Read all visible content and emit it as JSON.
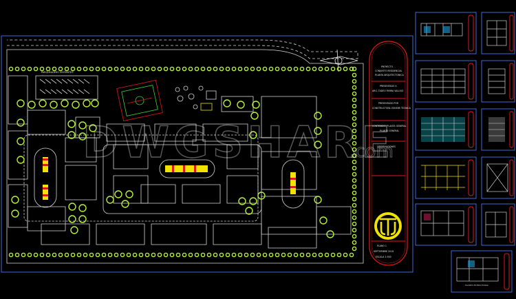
{
  "watermark": {
    "brand": "DWGSHARE",
    "suffix": ".com"
  },
  "plan_labels": {
    "parking": "PARQUEADERO VISITANTES"
  },
  "title_block": {
    "block1": [
      "PROYECTO",
      "CONJUNTO RESIDENCIAL",
      "PLANTA ARQUITECTONICA"
    ],
    "block2": [
      "PRESENTADO A",
      "ARQ. TADEO PARRA VALLEJO"
    ],
    "block3": [
      "PRESENTADO POR",
      "CONSTRUCTORA OSHARE TECNICA"
    ],
    "block4": [
      "CONTENIDO: PLANTA GENERAL",
      "PLANTA GENERAL"
    ],
    "block5": [
      "OBSERVACIONES"
    ],
    "footer": [
      "PLANO 1",
      "SEPTIEMBRE 2019",
      "ESCALA 1:500"
    ],
    "logo_letters": "UT"
  },
  "sheets": [
    "sheet-plan-a",
    "sheet-plan-b",
    "sheet-elev-a",
    "sheet-elev-b",
    "sheet-elev-c",
    "sheet-elev-d",
    "sheet-section",
    "sheet-roof",
    "sheet-plan-c",
    "sheet-plan-d",
    "sheet-plan-e"
  ],
  "sheet_caption": "PLANTA ESTRUCTURAL",
  "colors": {
    "background": "#000000",
    "frame": "#3b6bd8",
    "lines": "#d8d8d8",
    "trees": "#b6f23c",
    "red": "#e01919",
    "yellow": "#f2e200"
  }
}
